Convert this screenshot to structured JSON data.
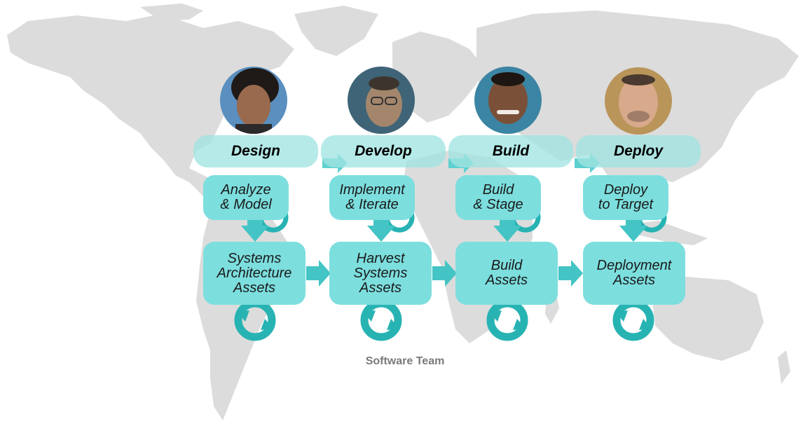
{
  "phases": [
    "Design",
    "Develop",
    "Build",
    "Deploy"
  ],
  "activities": [
    "Analyze\n& Model",
    "Implement\n& Iterate",
    "Build\n& Stage",
    "Deploy\nto Target"
  ],
  "assets": [
    "Systems\nArchitecture\nAssets",
    "Harvest\nSystems\nAssets",
    "Build\nAssets",
    "Deployment\nAssets"
  ],
  "team_label": "Software Team",
  "colors": {
    "box": "#7ddede",
    "phase": "#a0e4e2",
    "arrow": "#5fd0d0",
    "cycle": "#28b3b3",
    "map": "#dcdcdc"
  }
}
